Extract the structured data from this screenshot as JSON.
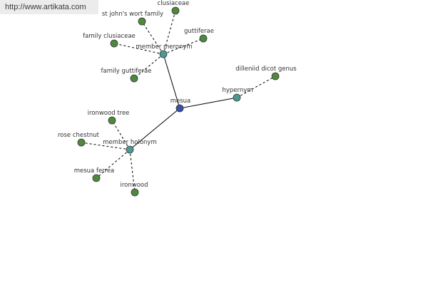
{
  "watermark": "http://www.artikata.com",
  "colors": {
    "center": "#3a4fa8",
    "relation": "#4a9a94",
    "leaf": "#4e8a3e"
  },
  "nodes": {
    "center": "mesua",
    "meronym": "member meronym",
    "hypernym": "hypernym",
    "holonym": "member holonym",
    "clusiaceae": "clusiaceae",
    "st_johns": "st john's wort family",
    "guttiferae": "guttiferae",
    "family_clusiaceae": "family clusiaceae",
    "family_guttiferae": "family guttiferae",
    "dilleniid": "dilleniid dicot genus",
    "ironwood_tree": "ironwood tree",
    "rose_chestnut": "rose chestnut",
    "mesua_ferrea": "mesua ferrea",
    "ironwood": "ironwood"
  }
}
